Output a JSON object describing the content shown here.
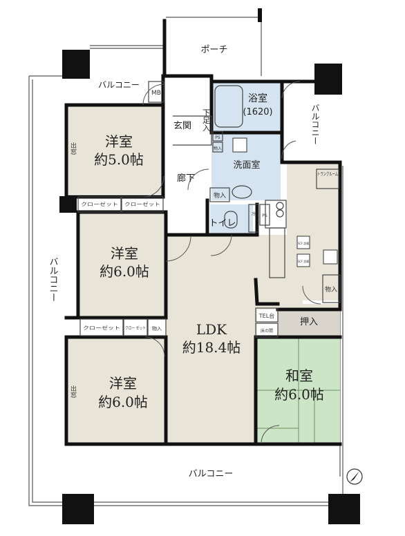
{
  "rooms": {
    "western_1": {
      "name": "洋室",
      "size": "約5.0帖"
    },
    "western_2": {
      "name": "洋室",
      "size": "約6.0帖"
    },
    "western_3": {
      "name": "洋室",
      "size": "約6.0帖"
    },
    "ldk": {
      "name": "LDK",
      "size": "約18.4帖"
    },
    "japanese": {
      "name": "和室",
      "size": "約6.0帖"
    },
    "bath": {
      "name": "浴室",
      "size": "(1620)"
    },
    "washroom": "洗面室",
    "genkan": "玄関",
    "geta": "下足入",
    "corridor": "廊下",
    "toilet": "トイレ",
    "porch": "ポーチ",
    "oshiire": "押入",
    "trunk_room": "トランクルーム"
  },
  "balconies": {
    "top": "バルコニー",
    "right": "バルコニー",
    "left": "バルコニー",
    "bottom": "バルコニー"
  },
  "small_labels": {
    "mb": "MB",
    "ps": "PS",
    "storage": "物入",
    "closet": "クローゼット",
    "closet_short": "クロー ゼット",
    "demado": "出窓",
    "tel": "TEL台",
    "tokonoma": "床の間",
    "ac": "SCF 設備",
    "fridge": "冷"
  }
}
